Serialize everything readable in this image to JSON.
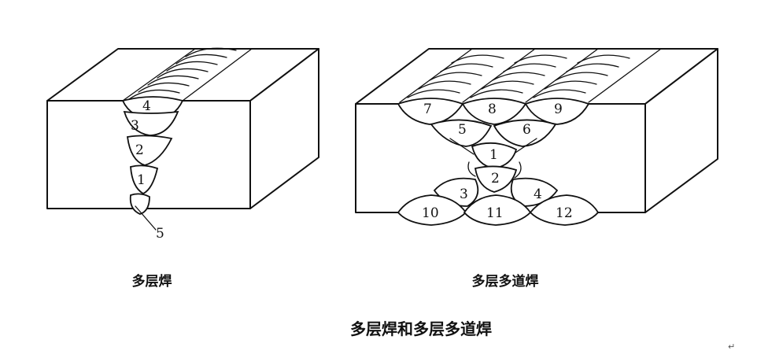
{
  "left_figure": {
    "bead_numbers": [
      "4",
      "3",
      "2",
      "1",
      "5"
    ],
    "caption": "多层焊"
  },
  "right_figure": {
    "bead_numbers": [
      "7",
      "8",
      "9",
      "5",
      "6",
      "1",
      "2",
      "3",
      "4",
      "10",
      "11",
      "12"
    ],
    "caption": "多层多道焊"
  },
  "figure_title": "多层焊和多层多道焊",
  "return_mark": "↵"
}
